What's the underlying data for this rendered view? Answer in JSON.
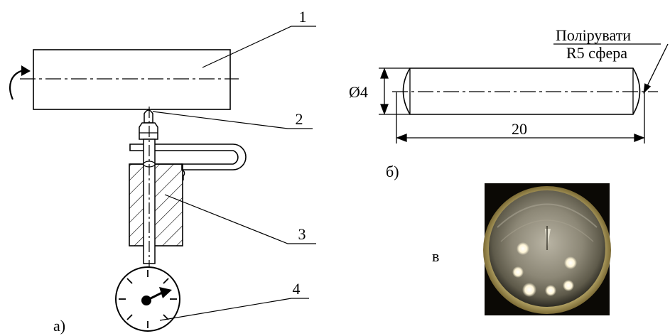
{
  "figure_a": {
    "caption": "а)",
    "callouts": [
      "1",
      "2",
      "3",
      "4"
    ]
  },
  "figure_b": {
    "caption": "б)",
    "diameter_label": "Ø4",
    "length_label": "20",
    "note_line1": "Полірувати",
    "note_line2": "R5 сфера"
  },
  "figure_c": {
    "caption": "в"
  }
}
